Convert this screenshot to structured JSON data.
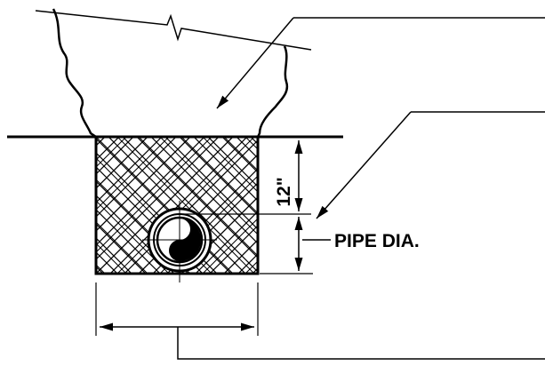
{
  "diagram": {
    "dimension_depth_label": "12\"",
    "pipe_dia_label": "PIPE DIA."
  },
  "colors": {
    "ink": "#000000",
    "background": "#ffffff"
  },
  "icons": {
    "hatch_pattern": "crosshatch-bedding",
    "pipe": "pipe-cross-section",
    "break_symbol": "break-line"
  }
}
